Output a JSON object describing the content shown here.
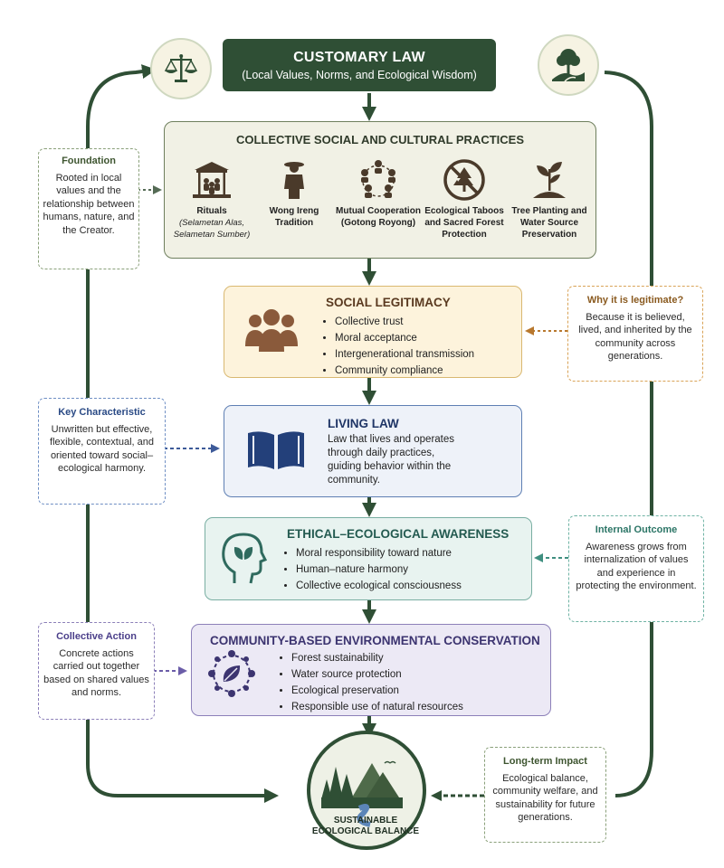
{
  "header": {
    "title": "CUSTOMARY LAW",
    "subtitle": "(Local Values, Norms, and Ecological Wisdom)"
  },
  "icons": {
    "left": "scales-icon",
    "right": "tree-landscape-icon"
  },
  "practices": {
    "title": "COLLECTIVE SOCIAL AND CULTURAL PRACTICES",
    "items": [
      {
        "label": "Rituals",
        "sub": "(Selametan Alas, Selametan Sumber)",
        "icon": "ritual-pavilion-icon"
      },
      {
        "label": "Wong Ireng Tradition",
        "icon": "person-icon"
      },
      {
        "label": "Mutual Cooperation (Gotong Royong)",
        "icon": "people-circle-icon"
      },
      {
        "label": "Ecological Taboos and Sacred Forest Protection",
        "icon": "forbidden-tree-icon"
      },
      {
        "label": "Tree Planting and Water Source Preservation",
        "icon": "sapling-icon"
      }
    ]
  },
  "legitimacy": {
    "title": "SOCIAL LEGITIMACY",
    "bullets": [
      "Collective trust",
      "Moral acceptance",
      "Intergenerational transmission",
      "Community compliance"
    ]
  },
  "living_law": {
    "title": "LIVING LAW",
    "text": "Law that lives and operates through daily practices, guiding behavior within the community."
  },
  "awareness": {
    "title": "ETHICAL–ECOLOGICAL AWARENESS",
    "bullets": [
      "Moral responsibility toward nature",
      "Human–nature harmony",
      "Collective ecological consciousness"
    ]
  },
  "conservation": {
    "title": "COMMUNITY-BASED ENVIRONMENTAL CONSERVATION",
    "bullets": [
      "Forest sustainability",
      "Water source protection",
      "Ecological preservation",
      "Responsible use of natural resources"
    ]
  },
  "final": {
    "title": "SUSTAINABLE ECOLOGICAL BALANCE"
  },
  "notes": {
    "foundation": {
      "title": "Foundation",
      "text": "Rooted in local values and the relationship between humans, nature, and the Creator."
    },
    "legitimate": {
      "title": "Why it is legitimate?",
      "text": "Because it is believed, lived, and inherited by the community across generations."
    },
    "key": {
      "title": "Key Characteristic",
      "text": "Unwritten but effective, flexible, contextual, and oriented toward social–ecological harmony."
    },
    "internal": {
      "title": "Internal Outcome",
      "text": "Awareness grows from internalization of values and experience in protecting the environment."
    },
    "collective": {
      "title": "Collective Action",
      "text": "Concrete actions carried out together based on shared values and norms."
    },
    "impact": {
      "title": "Long-term Impact",
      "text": "Ecological balance, community welfare, and sustainability for future generations."
    }
  },
  "colors": {
    "dark_green": "#2f4f35",
    "gold": "#d9b871",
    "blue": "#5e7fb3",
    "teal": "#79aea2",
    "purple": "#8c80b9",
    "brown": "#8a5a3b"
  }
}
